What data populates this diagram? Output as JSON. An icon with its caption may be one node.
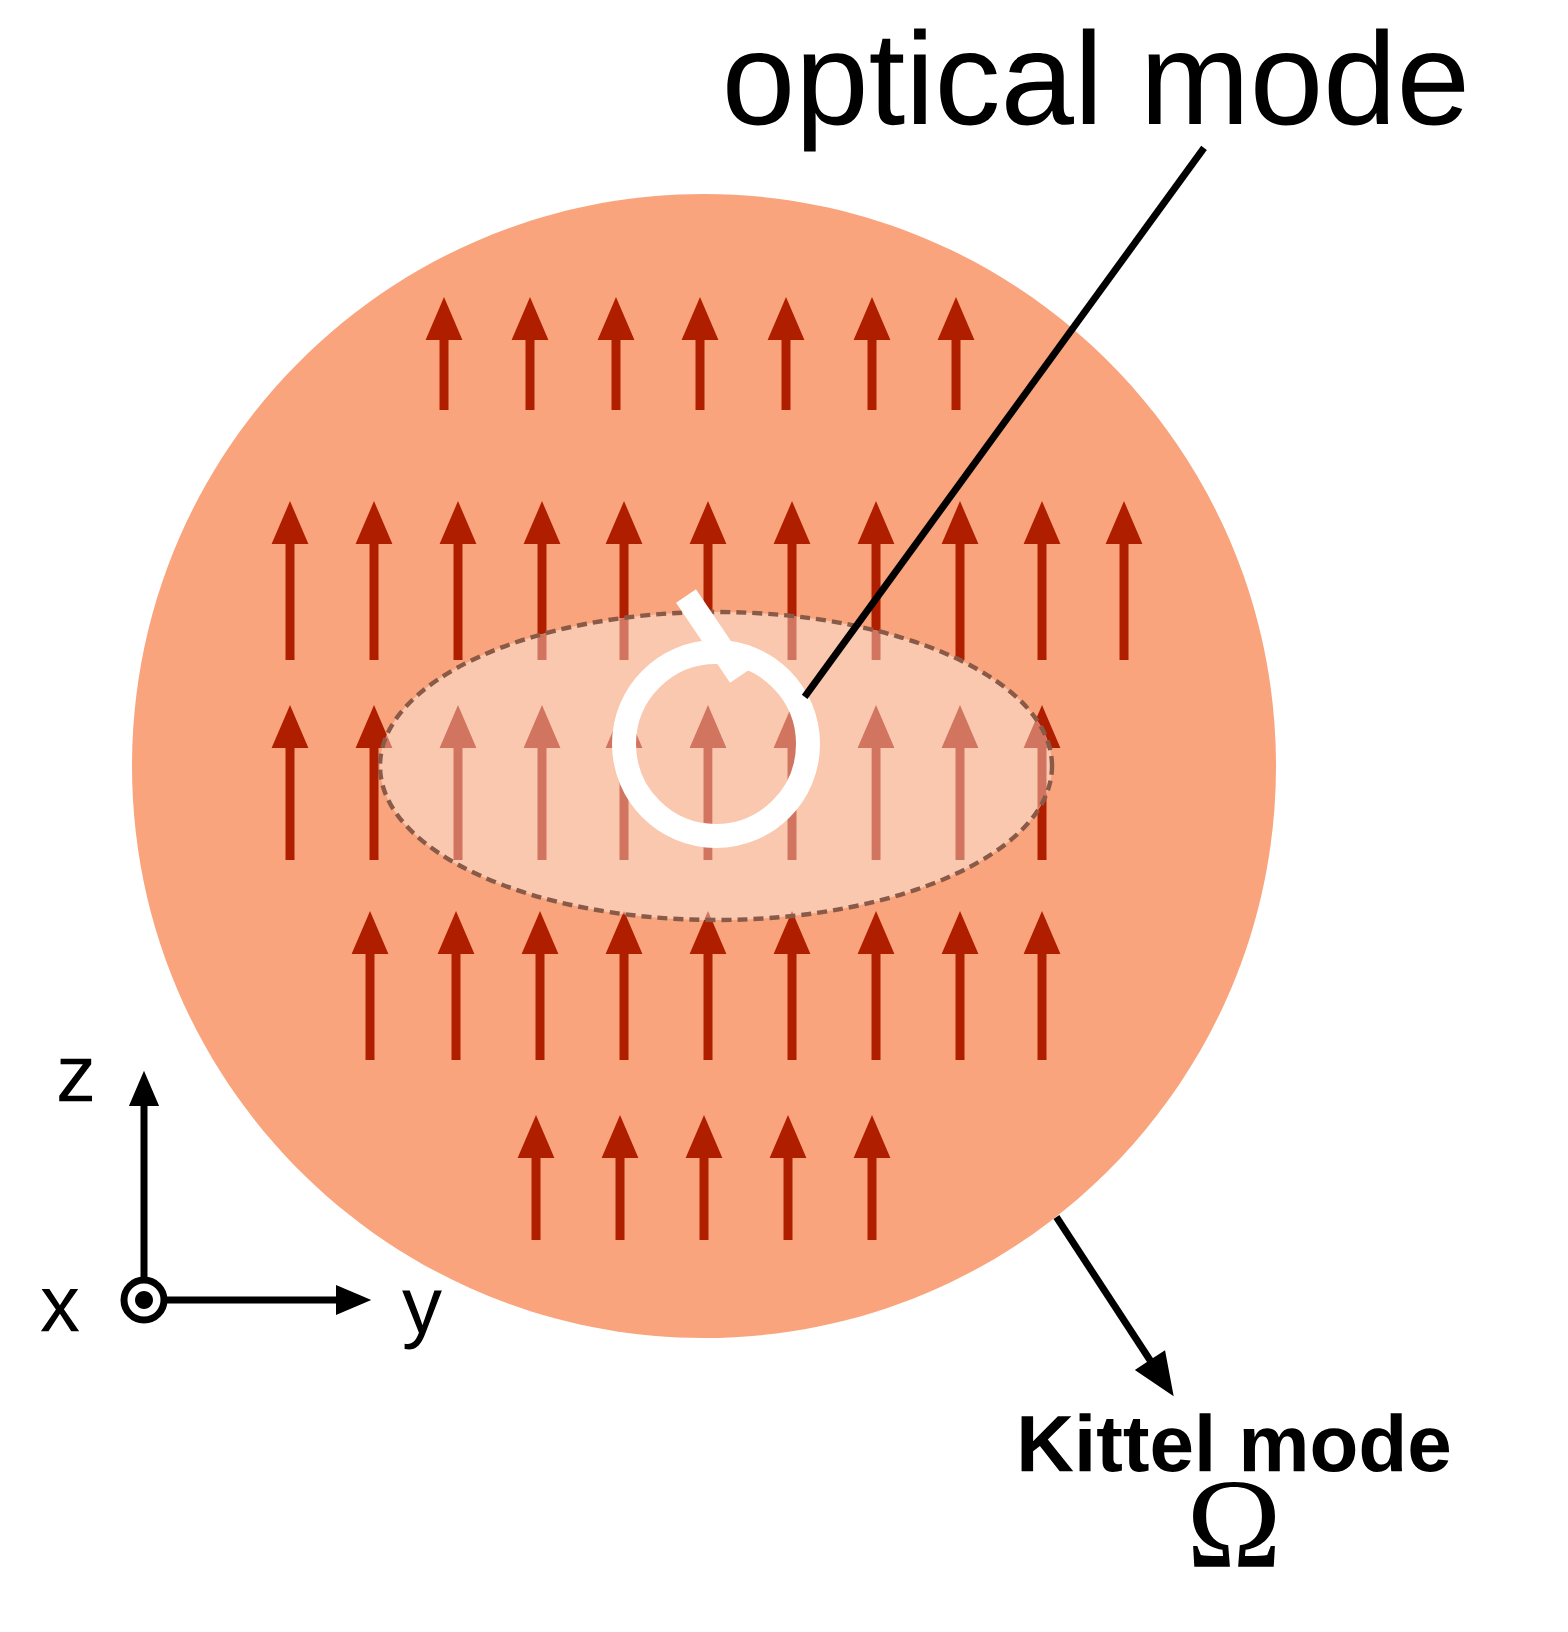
{
  "diagram": {
    "nodes": [
      {
        "text": [
          "optical mode"
        ]
      },
      {
        "text": [],
        "shape": "circle"
      },
      {
        "text": [],
        "shape": "ellipse",
        "in": 1
      },
      {
        "text": [],
        "shape": "circle",
        "in": 2
      },
      {
        "text": [
          "Kittel mode",
          "Ω"
        ]
      }
    ],
    "edges": [
      {
        "from": 0,
        "to": 3,
        "arrow": "none"
      },
      {
        "from": 1,
        "to": 4,
        "arrow": "to"
      }
    ],
    "labels": [
      "z",
      "x",
      "y"
    ]
  }
}
